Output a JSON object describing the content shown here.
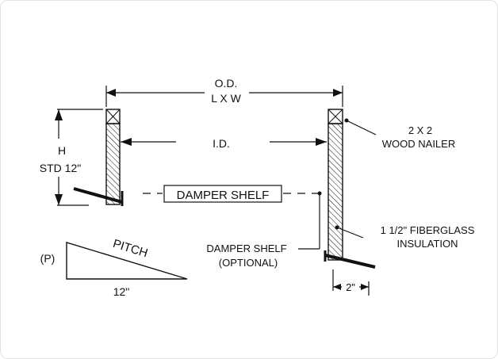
{
  "diagram": {
    "od_label": "O.D.",
    "lxw_label": "L X W",
    "id_label": "I.D.",
    "h_label": "H",
    "std_label": "STD 12\"",
    "damper_shelf_label": "DAMPER SHELF",
    "wood_nailer_line1": "2 X 2",
    "wood_nailer_line2": "WOOD NAILER",
    "insulation_line1": "1 1/2\" FIBERGLASS",
    "insulation_line2": "INSULATION",
    "damper_optional_line1": "DAMPER SHELF",
    "damper_optional_line2": "(OPTIONAL)",
    "pitch_label": "PITCH",
    "p_label": "(P)",
    "twelve_label": "12\"",
    "two_inch_label": "2\""
  },
  "colors": {
    "line": "#111111",
    "background": "#ffffff"
  }
}
